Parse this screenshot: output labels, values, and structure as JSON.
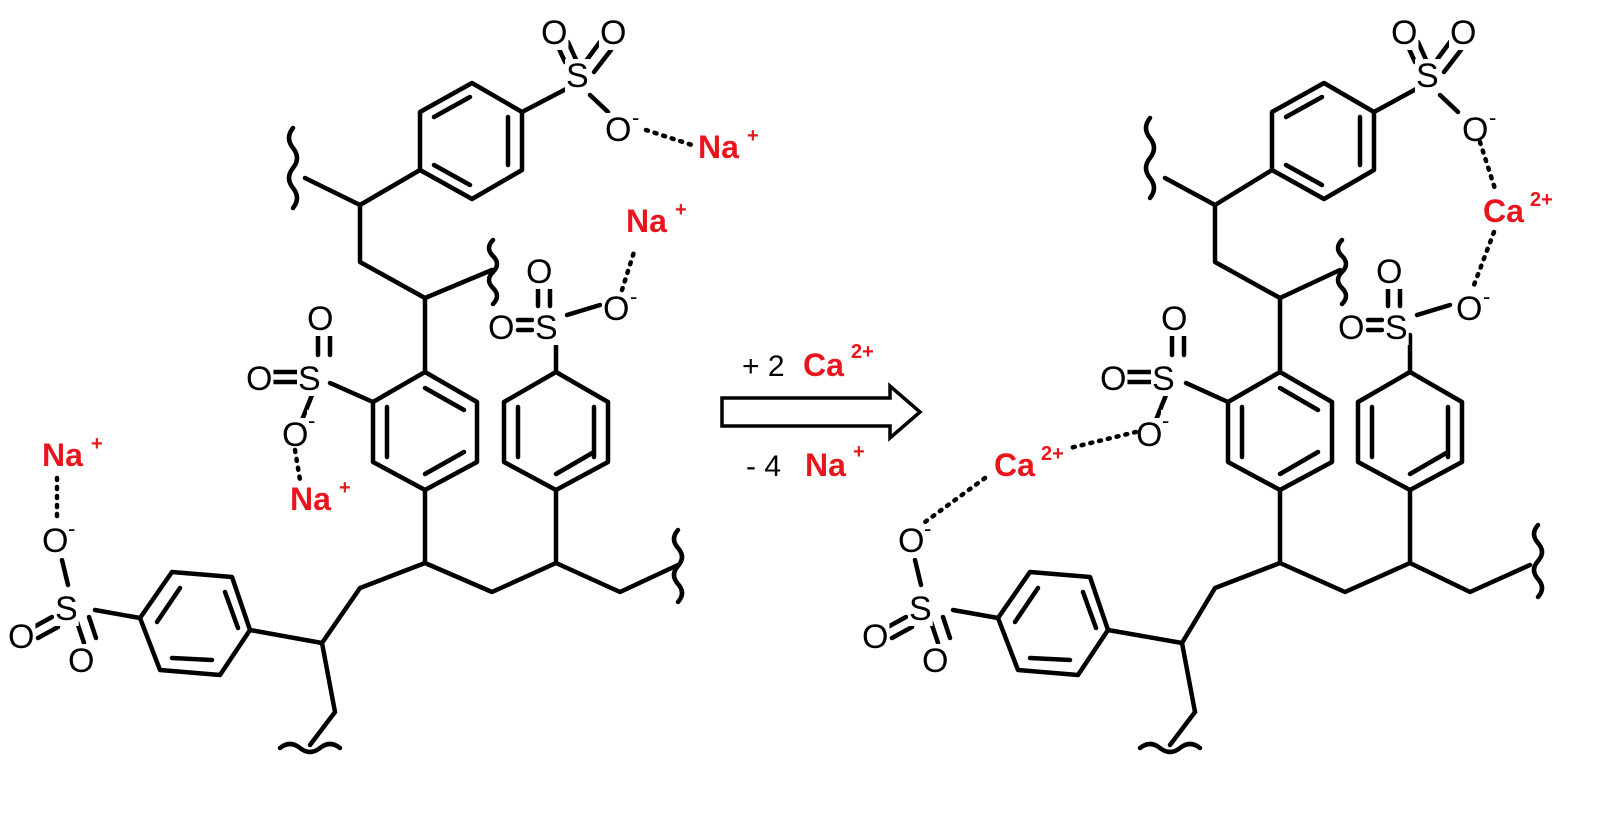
{
  "atoms": {
    "oxygen": "O",
    "sulfur": "S",
    "charge_minus": "-"
  },
  "ions": {
    "sodium": "Na",
    "sodium_charge": "+",
    "calcium": "Ca",
    "calcium_charge": "2+"
  },
  "reaction": {
    "add_prefix": "+ 2",
    "add_ion": "Ca",
    "add_charge": "2+",
    "remove_prefix": "- 4",
    "remove_ion": "Na",
    "remove_charge": "+"
  },
  "colors": {
    "ion": "#e8151c",
    "structure": "#000000"
  }
}
